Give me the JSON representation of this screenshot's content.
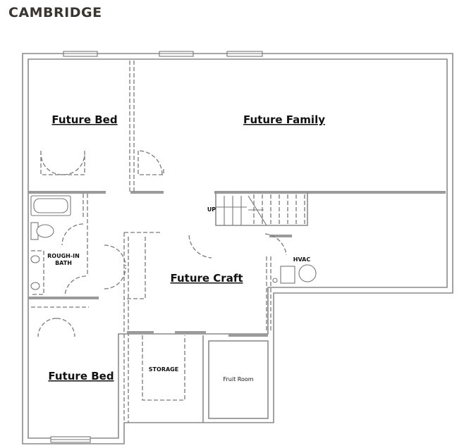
{
  "title": "CAMBRIDGE",
  "rooms": {
    "bed_top": "Future Bed",
    "family": "Future Family",
    "craft": "Future Craft",
    "bed_bottom": "Future Bed",
    "bath_line1": "ROUGH-IN",
    "bath_line2": "BATH",
    "storage": "STORAGE",
    "fruit_room": "Fruit Room",
    "hvac": "HVAC",
    "stairs_up": "UP"
  }
}
